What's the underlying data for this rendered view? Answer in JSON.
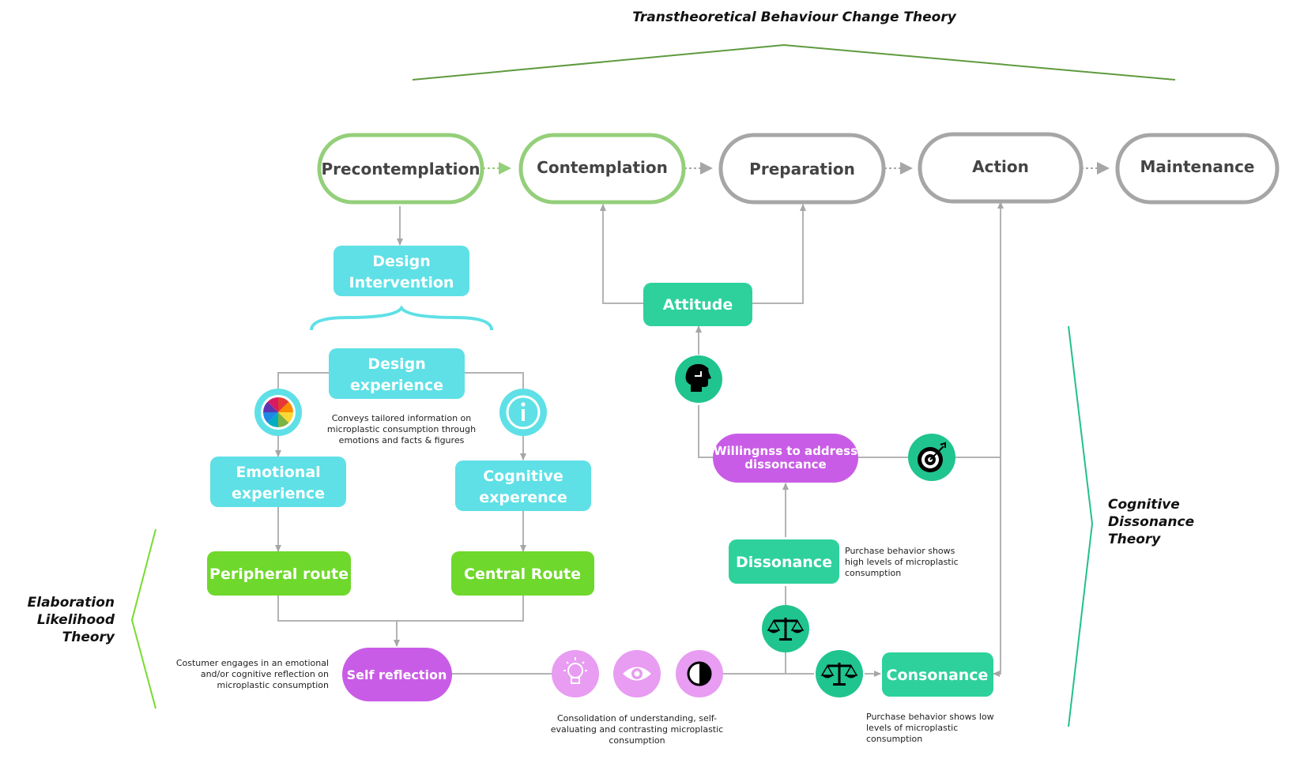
{
  "titles": {
    "transtheoretical": "Transtheoretical Behaviour Change Theory",
    "elaboration": [
      "Elaboration",
      "Likelihood",
      "Theory"
    ],
    "cognitive": [
      "Cognitive",
      "Dissonance",
      "Theory"
    ]
  },
  "stages": {
    "precontemplation": "Precontemplation",
    "contemplation": "Contemplation",
    "preparation": "Preparation",
    "action": "Action",
    "maintenance": "Maintenance"
  },
  "boxes": {
    "design_intervention": [
      "Design",
      "Intervention"
    ],
    "design_experience": [
      "Design",
      "experience"
    ],
    "emotional_experience": [
      "Emotional",
      "experience"
    ],
    "cognitive_experience": [
      "Cognitive",
      "experence"
    ],
    "peripheral_route": "Peripheral route",
    "central_route": "Central Route",
    "self_reflection": "Self reflection",
    "attitude": "Attitude",
    "willingness": [
      "Willingnss to address",
      "dissoncance"
    ],
    "dissonance": "Dissonance",
    "consonance": "Consonance"
  },
  "notes": {
    "design_experience": [
      "Conveys tailored information on",
      "microplastic consumption through",
      "emotions and facts & figures"
    ],
    "self_reflection": [
      "Costumer engages in an emotional",
      "and/or cognitive reflection on",
      "microplastic consumption"
    ],
    "consolidation": [
      "Consolidation of understanding, self-",
      "evaluating and contrasting microplastic",
      "consumption"
    ],
    "dissonance": [
      "Purchase behavior shows",
      "high levels of microplastic",
      "consumption"
    ],
    "consonance": [
      "Purchase behavior shows low",
      "levels of microplastic",
      "consumption"
    ]
  },
  "icons": [
    "color-wheel-icon",
    "info-icon",
    "head-rotate-icon",
    "target-icon",
    "balance-scale-icon",
    "lightbulb-icon",
    "eye-icon",
    "contrast-icon"
  ],
  "colors": {
    "stage_green_border": "#94cf7a",
    "stage_gray_border": "#a6a6a6",
    "cyan_box": "#5ee0e6",
    "lime_box": "#6fd82c",
    "teal_box": "#2ed19c",
    "purple_box": "#c95ce6",
    "light_purple_icon": "#e89cf2",
    "teal_icon": "#20c48e",
    "connector": "#b3b3b3",
    "bracket_green": "#5e9a3e",
    "elm_bracket": "#76dc2e",
    "cdt_bracket": "#22c08a"
  }
}
